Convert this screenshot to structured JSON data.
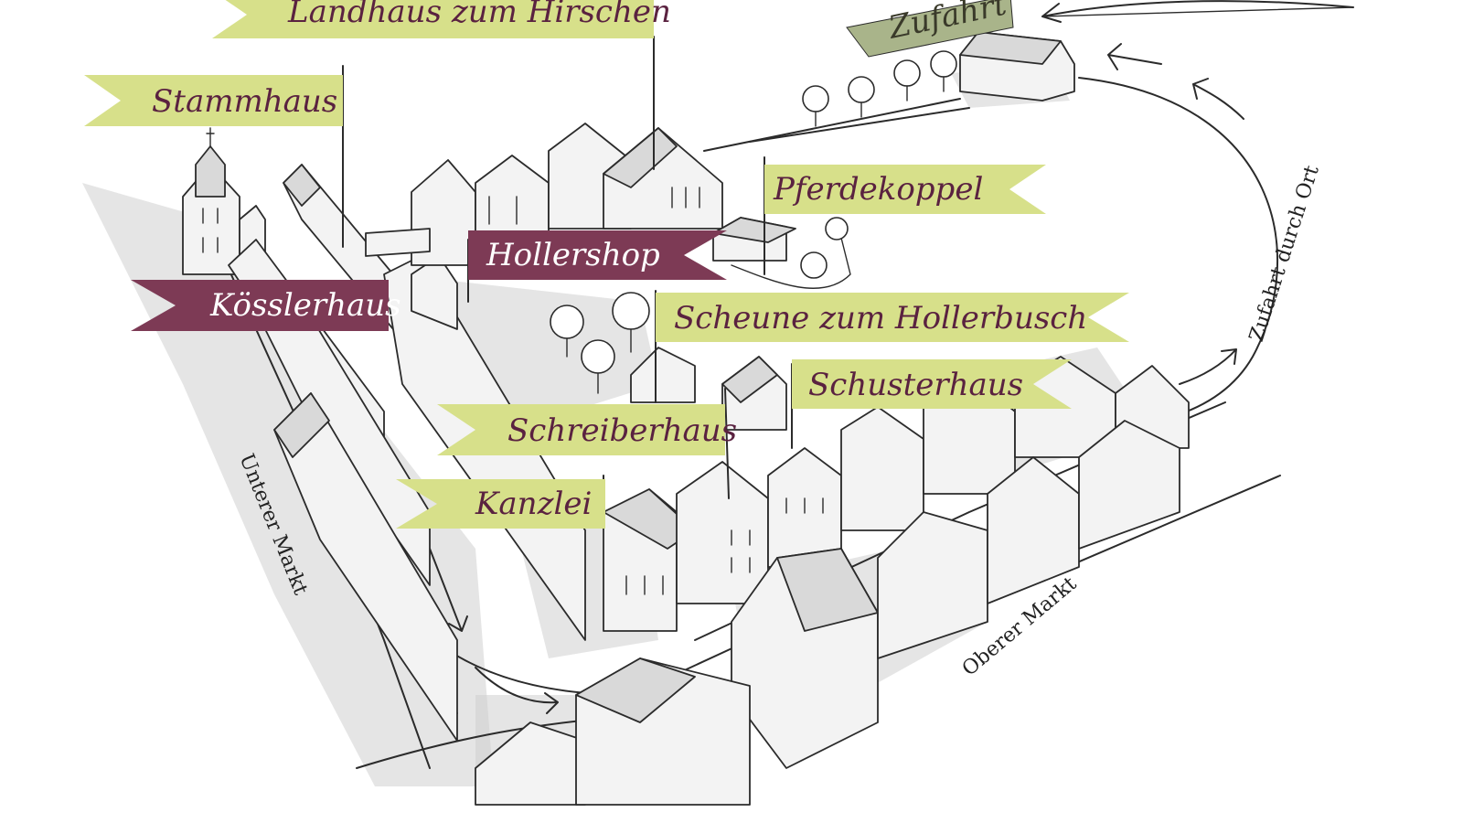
{
  "map": {
    "colors": {
      "flag_green": "#d7e08a",
      "flag_plum": "#7d3a55",
      "flag_sage": "#a9b48a",
      "ink": "#2b2b2b",
      "text_plum": "#5a2240",
      "text_white": "#ffffff"
    },
    "labels": {
      "landhaus": "Landhaus zum Hirschen",
      "stammhaus": "Stammhaus",
      "zufahrt": "Zufahrt",
      "pferdekoppel": "Pferdekoppel",
      "hollershop": "Hollershop",
      "koesslerhaus": "Kösslerhaus",
      "scheune": "Scheune zum Hollerbusch",
      "schusterhaus": "Schusterhaus",
      "schreiberhaus": "Schreiberhaus",
      "kanzlei": "Kanzlei"
    },
    "streets": {
      "unterer_markt": "Unterer Markt",
      "oberer_markt": "Oberer Markt",
      "zufahrt_durch_ort": "Zufahrt durch Ort"
    }
  }
}
